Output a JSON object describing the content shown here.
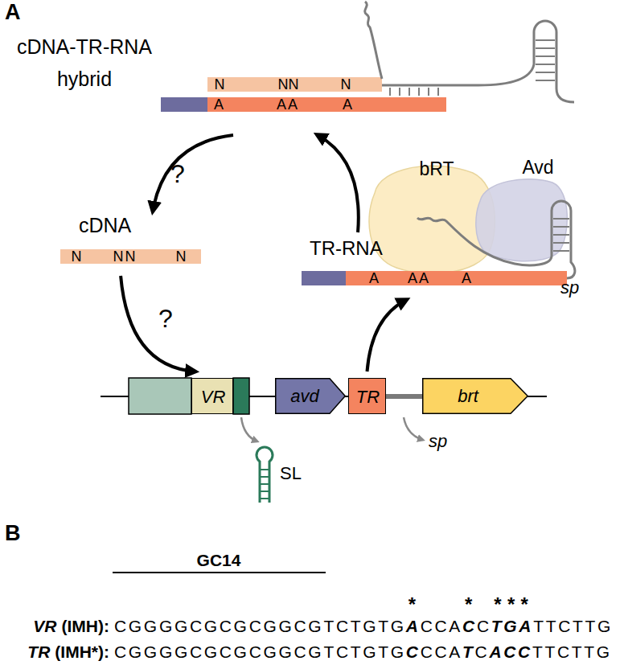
{
  "diagram": {
    "nodes": [
      {
        "text": [
          "cDNA-TR-RNA hybrid"
        ]
      },
      {
        "text": [
          "N",
          "N",
          "N",
          "N"
        ],
        "in": 0
      },
      {
        "text": [
          "A",
          "A",
          "A",
          "A"
        ],
        "in": 0
      },
      {
        "text": [
          "cDNA"
        ]
      },
      {
        "text": [
          "N",
          "N",
          "N",
          "N"
        ],
        "in": 3
      },
      {
        "text": [
          "bRT"
        ]
      },
      {
        "text": [
          "Avd"
        ]
      },
      {
        "text": [
          "TR-RNA",
          "sp"
        ]
      },
      {
        "text": [
          "A",
          "A",
          "A",
          "A"
        ],
        "in": 7
      },
      {
        "text": [
          "VR"
        ]
      },
      {
        "text": [
          "avd"
        ]
      },
      {
        "text": [
          "TR"
        ]
      },
      {
        "text": [
          "brt"
        ]
      }
    ],
    "edges": [
      {
        "from": 0,
        "to": 3,
        "arrow": "to"
      },
      {
        "from": 3,
        "to": 9,
        "arrow": "to"
      },
      {
        "from": 11,
        "to": 7,
        "arrow": "to"
      },
      {
        "from": 7,
        "to": 0,
        "arrow": "to"
      }
    ],
    "labels": [
      "A",
      "?",
      "?",
      "SL",
      "sp",
      "B",
      "GC14",
      "*",
      "*",
      "***",
      "VR",
      "(IMH):",
      "CGGGGCGCGCGGCGTCTGTG",
      "A",
      "CCA",
      "C",
      "C",
      "TGA",
      "TTCTTG",
      "TR",
      "(IMH*):",
      "CGGGGCGCGCGGCGTCTGTG",
      "C",
      "CCA",
      "T",
      "C",
      "ACC",
      "TTCTTG"
    ]
  }
}
